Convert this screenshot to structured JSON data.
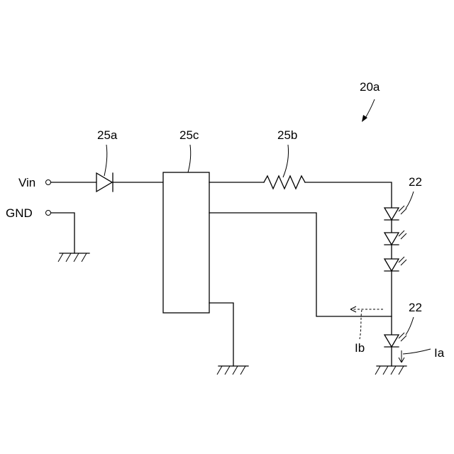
{
  "figure": {
    "ref_number": "20a",
    "terminals": {
      "vin": "Vin",
      "gnd": "GND"
    },
    "components": {
      "diode": "25a",
      "control_block": "25c",
      "resistor": "25b",
      "led_group_upper": "22",
      "led_lower": "22"
    },
    "currents": {
      "ia": "Ia",
      "ib": "Ib"
    }
  }
}
